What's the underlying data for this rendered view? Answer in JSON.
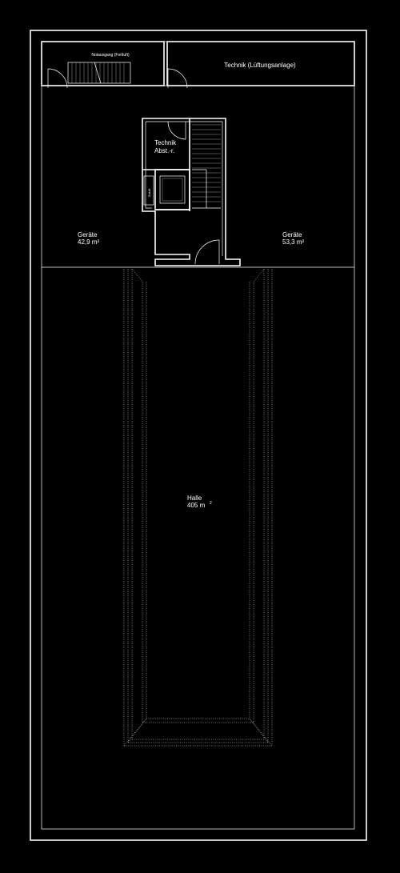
{
  "rooms": {
    "notausgang": {
      "label": "Notausgang (Fortluft)"
    },
    "technik_lueftung": {
      "label": "Technik (Lüftungsanlage)"
    },
    "technik_abst": {
      "line1": "Technik",
      "line2": "Abst.-r."
    },
    "zuluft": {
      "label": "Zuluft"
    },
    "geraete_left": {
      "name": "Geräte",
      "area": "42,9 m²"
    },
    "geraete_right": {
      "name": "Geräte",
      "area": "53,3 m²"
    },
    "halle": {
      "name": "Halle",
      "area": "405 m",
      "area_sup": "2"
    }
  },
  "colors": {
    "background": "#000000",
    "lines": "#ffffff"
  }
}
